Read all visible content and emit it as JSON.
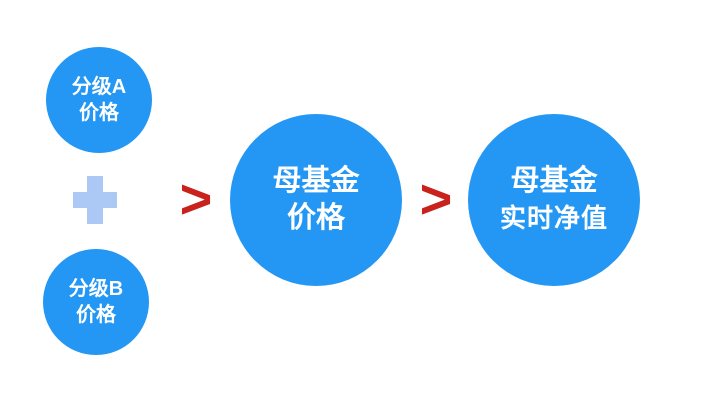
{
  "colors": {
    "circle_blue": "#2397f3",
    "plus_blue": "#abc9f4",
    "operator_red": "#c9211b",
    "text_white": "#ffffff",
    "background": "#ffffff"
  },
  "nodes": {
    "tier_a": {
      "line1": "分级A",
      "line2": "价格"
    },
    "tier_b": {
      "line1": "分级B",
      "line2": "价格"
    },
    "parent_price": {
      "line1": "母基金",
      "line2": "价格"
    },
    "parent_nav": {
      "line1": "母基金",
      "line2": "实时净值"
    }
  },
  "operators": {
    "plus": "+",
    "greater_than": ">"
  }
}
